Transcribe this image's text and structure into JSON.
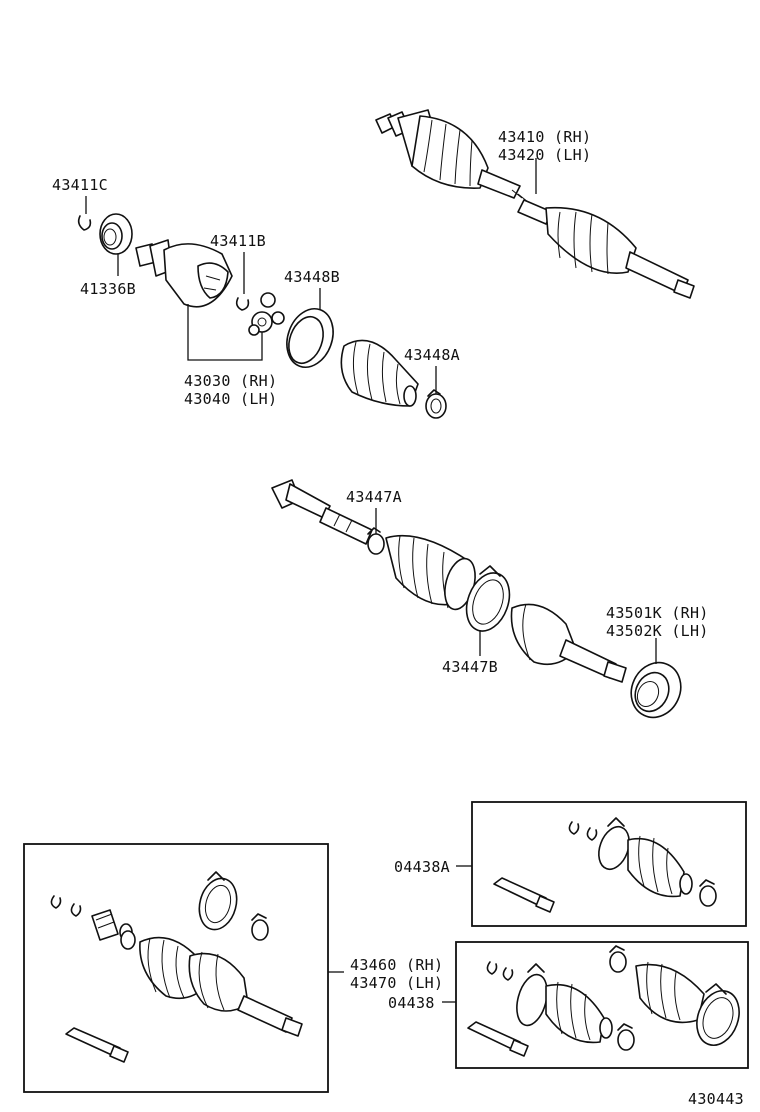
{
  "labels": {
    "p43411C": "43411C",
    "p41336B": "41336B",
    "p43411B": "43411B",
    "p43448B": "43448B",
    "p43448A": "43448A",
    "p43030": "43030 (RH)",
    "p43040": "43040 (LH)",
    "p43410": "43410 (RH)",
    "p43420": "43420 (LH)",
    "p43447A": "43447A",
    "p43447B": "43447B",
    "p43501K": "43501K (RH)",
    "p43502K": "43502K (LH)",
    "p04438A": "04438A",
    "p43460": "43460 (RH)",
    "p43470": "43470 (LH)",
    "p04438": "04438",
    "figure_code": "430443"
  }
}
